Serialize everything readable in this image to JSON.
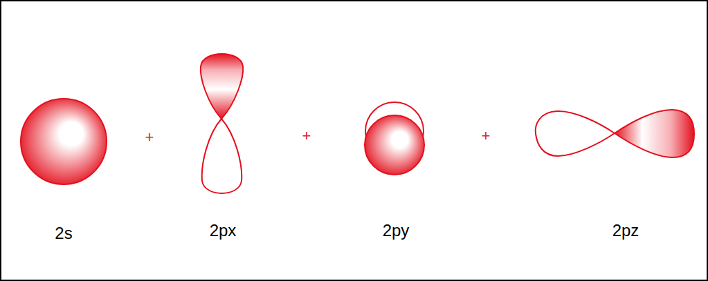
{
  "diagram": {
    "labels": [
      "2s",
      "+",
      "2px",
      "+",
      "2py",
      "+",
      "2pz"
    ]
  }
}
